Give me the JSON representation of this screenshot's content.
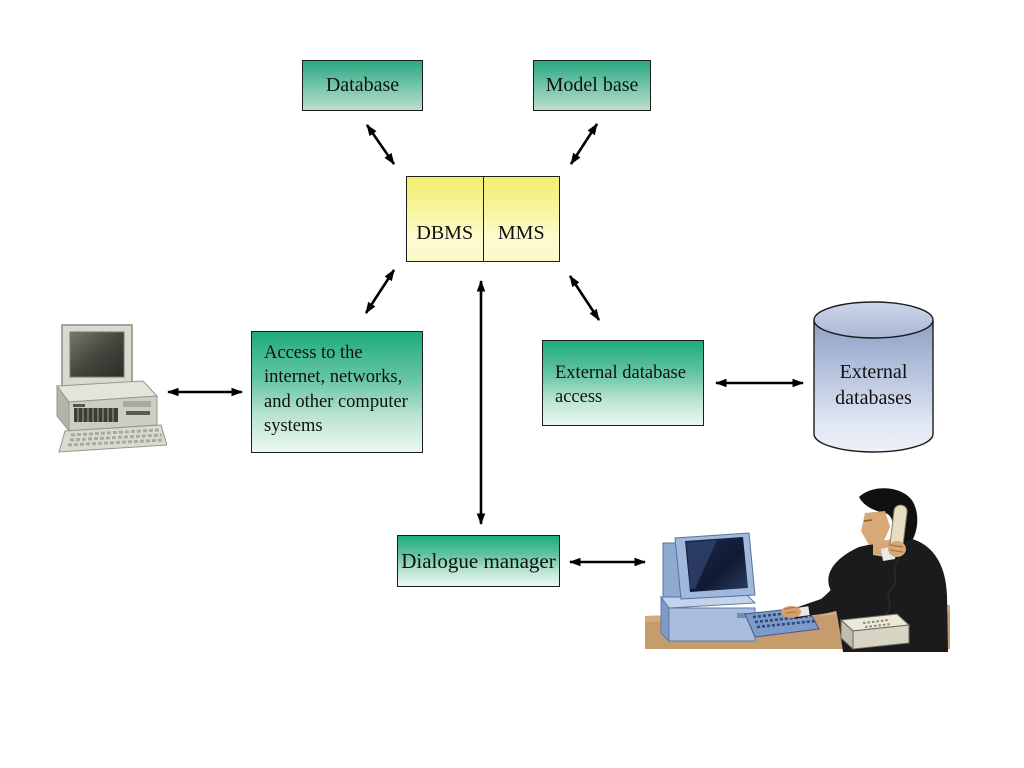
{
  "diagram": {
    "description": "Decision support system architecture diagram",
    "nodes": {
      "database": {
        "label": "Database"
      },
      "model_base": {
        "label": "Model base"
      },
      "dbms": {
        "label": "DBMS"
      },
      "mms": {
        "label": "MMS"
      },
      "internet_access": {
        "label": "Access to the internet, networks, and other computer systems"
      },
      "external_db_access": {
        "label": "External database access"
      },
      "external_databases": {
        "label": "External databases"
      },
      "dialogue_manager": {
        "label": "Dialogue manager"
      }
    },
    "edges": [
      {
        "from": "database",
        "to": "dbms",
        "bidirectional": true
      },
      {
        "from": "model_base",
        "to": "mms",
        "bidirectional": true
      },
      {
        "from": "dbms",
        "to": "internet_access",
        "bidirectional": true
      },
      {
        "from": "mms",
        "to": "external_db_access",
        "bidirectional": true
      },
      {
        "from": "dbms_mms",
        "to": "dialogue_manager",
        "bidirectional": true
      },
      {
        "from": "workstation_computer",
        "to": "internet_access",
        "bidirectional": true
      },
      {
        "from": "external_db_access",
        "to": "external_databases",
        "bidirectional": true
      },
      {
        "from": "dialogue_manager",
        "to": "user_on_phone",
        "bidirectional": true
      }
    ],
    "illustrations": {
      "workstation": "desktop-computer-clipart",
      "user": "man-on-phone-at-desk-clipart"
    },
    "colors": {
      "green_top": "#1FAB7E",
      "green_bottom": "#EAF8F1",
      "yellow_top": "#F1EE6C",
      "yellow_bottom": "#FDFBD2",
      "cylinder_top": "#8CA0C4",
      "cylinder_bottom": "#EDF1F8",
      "arrow": "#000000",
      "background": "#FFFFFF"
    }
  }
}
